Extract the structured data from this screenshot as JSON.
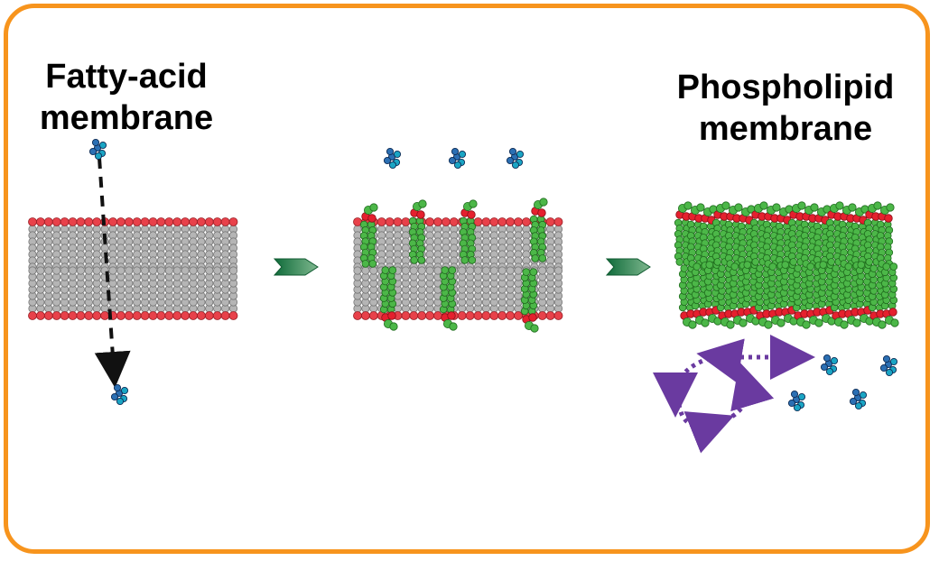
{
  "labels": {
    "fatty_acid": {
      "line1": "Fatty-acid",
      "line2": "membrane"
    },
    "phospholipid": {
      "line1": "Phospholipid",
      "line2": "membrane"
    }
  },
  "colors": {
    "frame": "#f7941d",
    "fatty_acid_tail": "#9a9a9a",
    "fatty_acid_head": "#e8414a",
    "phospholipid_tail": "#4cb748",
    "phospholipid_head": "#e5202e",
    "transition_arrow": "#2e8b57",
    "cycle_arrow": "#6a3aa0",
    "solute": "#2b6fb3"
  },
  "icons": [
    "solute-molecule-icon",
    "transition-arrow-icon",
    "dashed-permeation-arrow-icon",
    "growth-cycle-arrow-icon"
  ]
}
